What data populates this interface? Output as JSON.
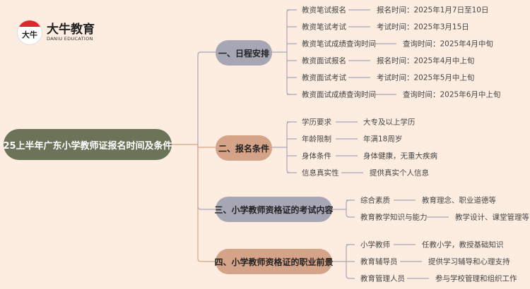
{
  "logo": {
    "mark": "大牛",
    "name_cn": "大牛教育",
    "name_en": "DANIU EDUCATION"
  },
  "root": "25上半年广东小学教师证报名时间及条件",
  "branches": [
    {
      "title": "一、日程安排",
      "items": [
        {
          "label": "教资笔试报名",
          "value": "报名时间：2025年1月7日至10日"
        },
        {
          "label": "教资笔试考试",
          "value": "考试时间：2025年3月15日"
        },
        {
          "label": "教资笔试成绩查询时间",
          "value": "查询时间：2025年4月中旬"
        },
        {
          "label": "教资面试报名",
          "value": "报名时间：2025年4月中上旬"
        },
        {
          "label": "教资面试考试",
          "value": "考试时间：2025年5月中上旬"
        },
        {
          "label": "教资面试成绩查询时间",
          "value": "查询时间：2025年6月中上旬"
        }
      ]
    },
    {
      "title": "二、报名条件",
      "items": [
        {
          "label": "学历要求",
          "value": "大专及以上学历"
        },
        {
          "label": "年龄限制",
          "value": "年满18周岁"
        },
        {
          "label": "身体条件",
          "value": "身体健康，无重大疾病"
        },
        {
          "label": "信息真实性",
          "value": "提供真实个人信息"
        }
      ]
    },
    {
      "title": "三、小学教师资格证的考试内容",
      "items": [
        {
          "label": "综合素质",
          "value": "教育理念、职业道德等"
        },
        {
          "label": "教育教学知识与能力",
          "value": "教学设计、课堂管理等"
        }
      ]
    },
    {
      "title": "四、小学教师资格证的职业前景",
      "items": [
        {
          "label": "小学教师",
          "value": "任教小学，教授基础知识"
        },
        {
          "label": "教育辅导员",
          "value": "提供学习辅导和心理支持"
        },
        {
          "label": "教育管理人员",
          "value": "参与学校管理和组织工作"
        }
      ]
    }
  ],
  "colors": {
    "background": "#fdede0",
    "root": "#6b7358",
    "grey": "#a7a6b5",
    "tan": "#d5a388"
  }
}
